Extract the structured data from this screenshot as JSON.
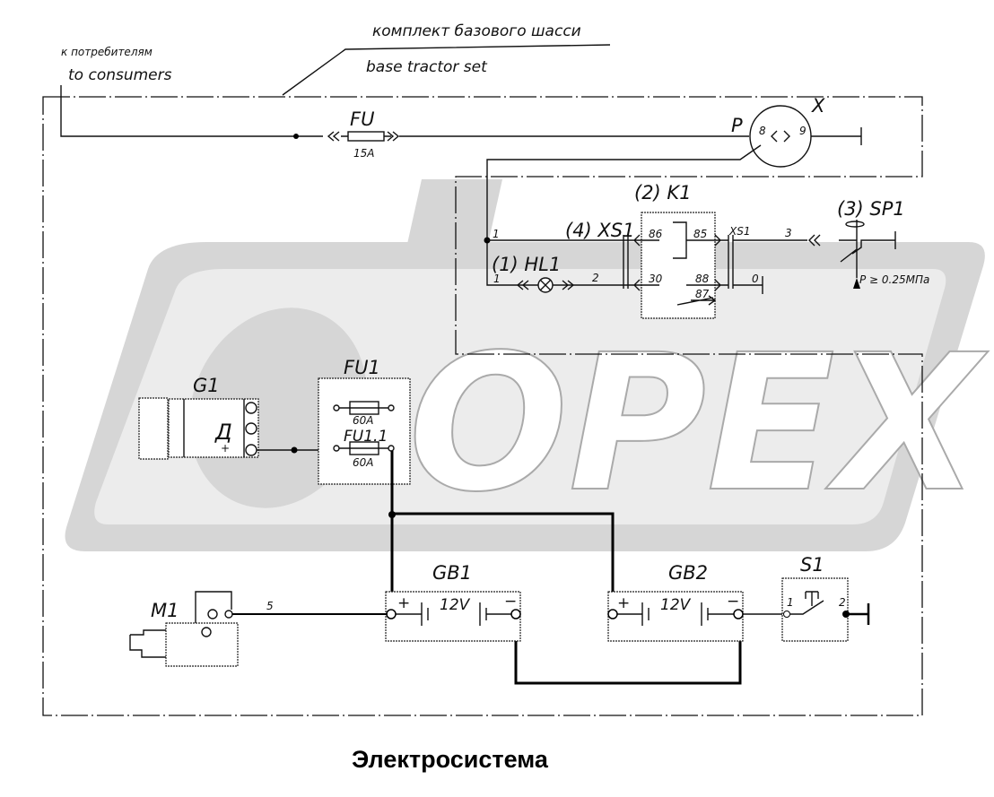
{
  "title": "Электросистема",
  "watermark": "OPEX",
  "labels": {
    "consumers_ru": "к потребителям",
    "consumers_en": "to consumers",
    "base_set_ru": "комплект базового шасси",
    "base_set_en": "base tractor set",
    "fu": "FU",
    "fu_rating": "15A",
    "p": "P",
    "x": "X",
    "pin8": "8",
    "pin9": "9",
    "k1": "(2) K1",
    "xs1": "(4) XS1",
    "xs1_small": "XS1",
    "sp1": "(3) SP1",
    "hl1": "(1) HL1",
    "wire1a": "1",
    "wire1b": "1",
    "wire2": "2",
    "wire3": "3",
    "wire0": "0",
    "k86": "86",
    "k85": "85",
    "k30": "30",
    "k88": "88",
    "k87": "87",
    "pressure": "P ≥ 0.25МПа",
    "g1": "G1",
    "g1_plus": "+",
    "fu1": "FU1",
    "fu1_rating": "60A",
    "fu11": "FU1.1",
    "fu11_rating": "60A",
    "gb1": "GB1",
    "gb2": "GB2",
    "gb1_v": "12V",
    "gb2_v": "12V",
    "gb1_plus": "+",
    "gb1_minus": "−",
    "gb2_plus": "+",
    "gb2_minus": "−",
    "s1": "S1",
    "s1_1": "1",
    "s1_2": "2",
    "m1": "M1",
    "wire5": "5"
  }
}
